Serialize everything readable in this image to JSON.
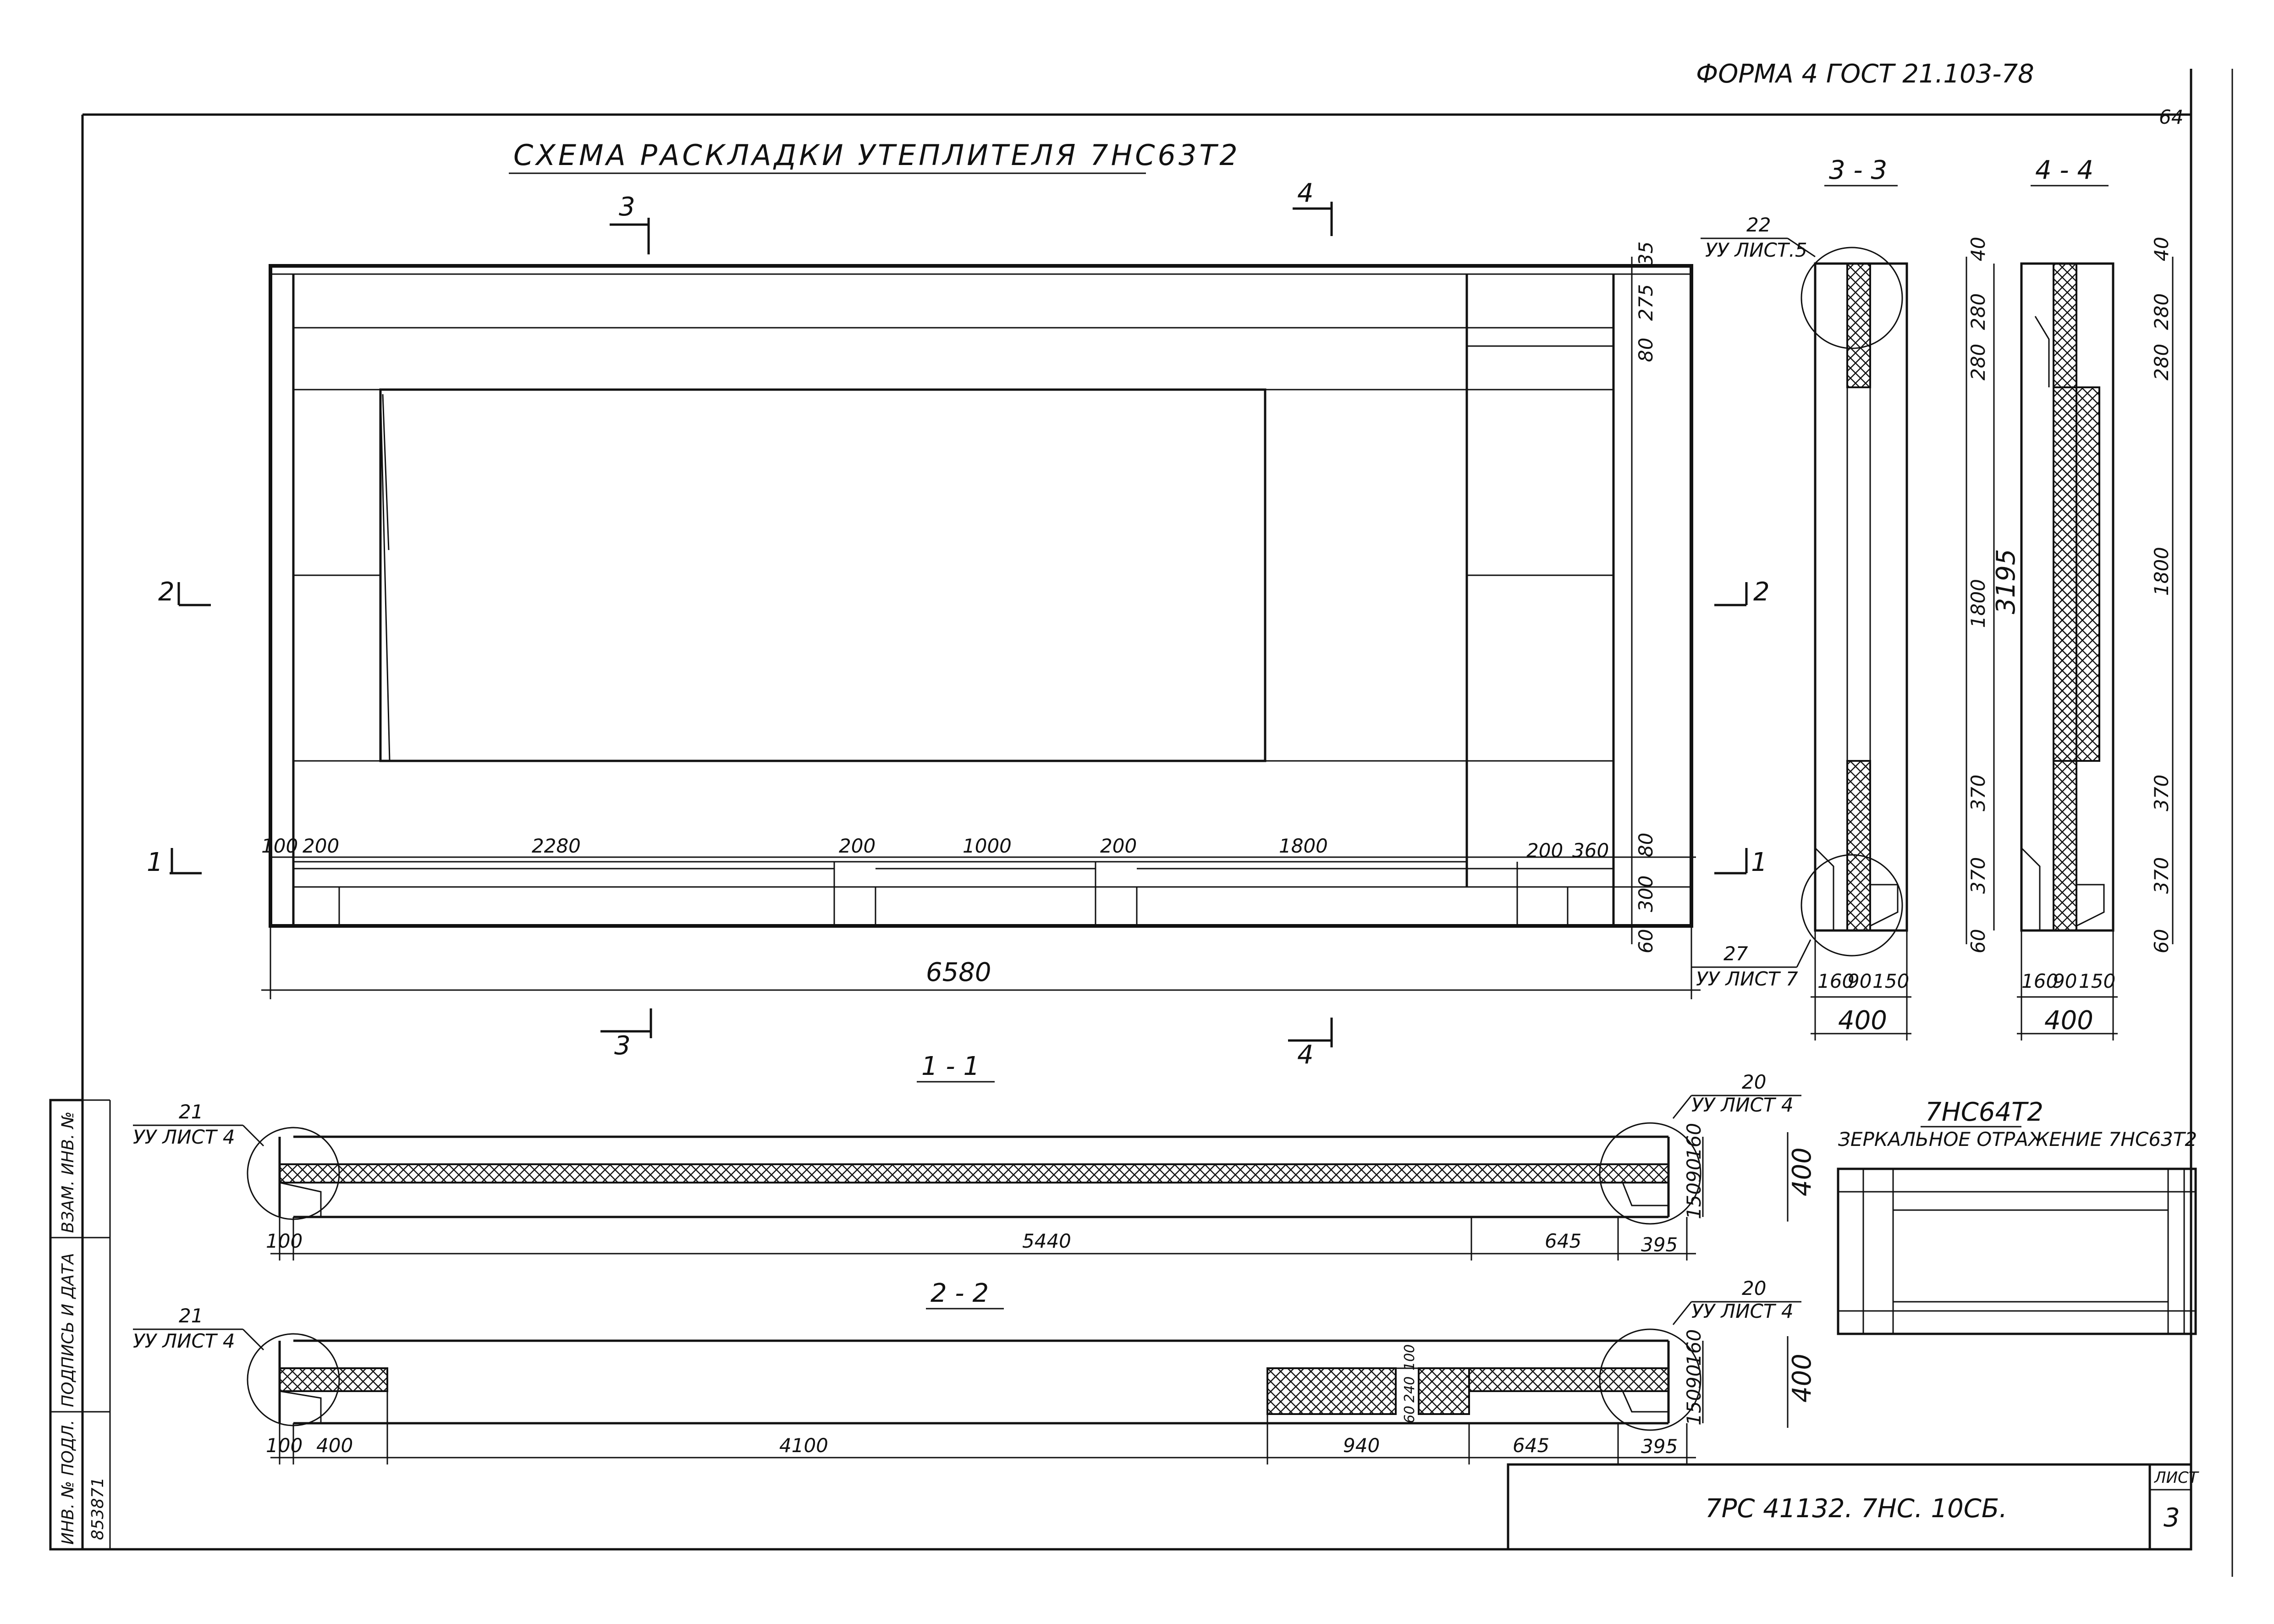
{
  "header": {
    "form": "ФОРМА 4  ГОСТ 21.103-78",
    "sheet_corner": "64"
  },
  "plan": {
    "title": "СХЕМА РАСКЛАДКИ УТЕПЛИТЕЛЯ 7НС63Т2",
    "overall_length": "6580",
    "bottom_dims": [
      "100",
      "200",
      "2280",
      "200",
      "1000",
      "200",
      "1800",
      "200",
      "360"
    ],
    "right_dims": [
      "35",
      "275",
      "80",
      "80",
      "300",
      "60"
    ],
    "section_marks": {
      "s1": "1",
      "s2": "2",
      "s3": "3",
      "s4": "4"
    }
  },
  "sec33": {
    "title": "3 - 3",
    "ref_top_num": "22",
    "ref_top_sheet": "УУ ЛИСТ.5",
    "ref_bot_num": "27",
    "ref_bot_sheet": "УУ ЛИСТ 7",
    "dims_v": [
      "40",
      "280",
      "280",
      "1800",
      "370",
      "370",
      "60"
    ],
    "overall": "3195",
    "dims_h": [
      "160",
      "90",
      "150"
    ],
    "width": "400"
  },
  "sec44": {
    "title": "4 - 4",
    "dims_v": [
      "40",
      "280",
      "280",
      "1800",
      "370",
      "370",
      "60"
    ],
    "dims_h": [
      "160",
      "90",
      "150"
    ],
    "width": "400"
  },
  "sec11": {
    "title": "1 - 1",
    "ref_left_num": "21",
    "ref_left_sheet": "УУ ЛИСТ 4",
    "ref_right_num": "20",
    "ref_right_sheet": "УУ ЛИСТ 4",
    "dims": [
      "100",
      "5440",
      "645",
      "395"
    ],
    "layers": [
      "150",
      "90",
      "160"
    ],
    "thickness": "400"
  },
  "sec22": {
    "title": "2 - 2",
    "ref_left_num": "21",
    "ref_left_sheet": "УУ ЛИСТ 4",
    "ref_right_num": "20",
    "ref_right_sheet": "УУ ЛИСТ 4",
    "dims": [
      "100",
      "400",
      "4100",
      "940",
      "645",
      "395"
    ],
    "layers": [
      "150",
      "90",
      "160"
    ],
    "mid_dims": [
      "60",
      "240",
      "100"
    ],
    "thickness": "400"
  },
  "mirror": {
    "code": "7НС64Т2",
    "note": "ЗЕРКАЛЬНОЕ ОТРАЖЕНИЕ 7НС63Т2"
  },
  "stamp": {
    "designation": "7РС 41132. 7НС. 10СБ.",
    "sheet_label": "ЛИСТ",
    "sheet_no": "3"
  },
  "side_strip": {
    "inv_orig": "ИНВ. № ПОДЛ.",
    "sign_date": "ПОДПИСЬ И ДАТА",
    "inv_repl": "ВЗАМ. ИНВ. №",
    "inv_number": "853871"
  }
}
